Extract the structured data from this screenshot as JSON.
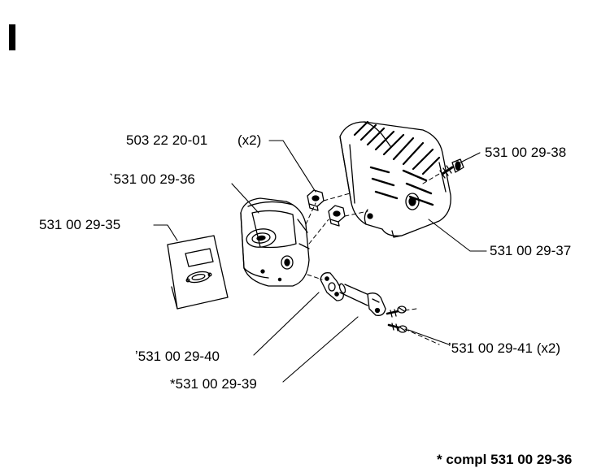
{
  "section_marker": "I",
  "labels": {
    "p_503_22_20_01": "503 22 20-01",
    "p_503_22_20_01_qty": "(x2)",
    "p_531_00_29_36": "ˋ531 00 29-36",
    "p_531_00_29_35": "531 00 29-35",
    "p_531_00_29_38": "531 00 29-38",
    "p_531_00_29_37": "531 00 29-37",
    "p_531_00_29_40": "ʼ531 00 29-40",
    "p_531_00_29_39": "*531 00 29-39",
    "p_531_00_29_41": "ʼ531 00 29-41 (x2)"
  },
  "footer": "* compl 531 00 29-36"
}
